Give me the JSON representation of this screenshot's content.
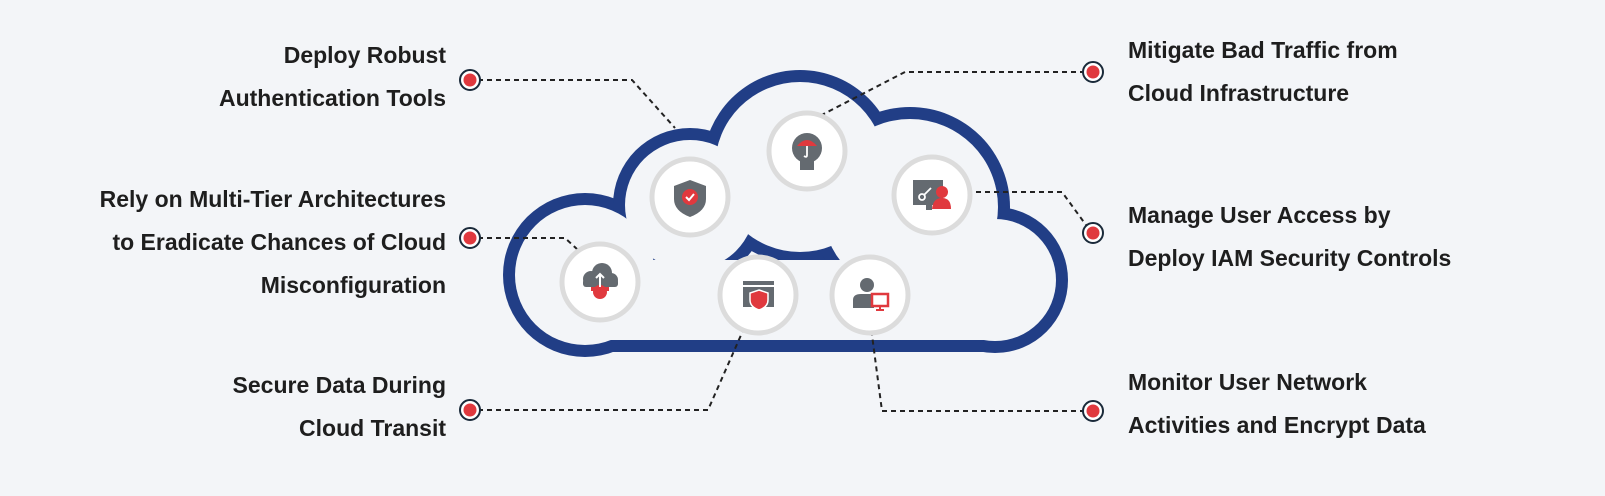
{
  "colors": {
    "cloud_outline": "#213e86",
    "dot": "#e0393e",
    "icon_gray": "#646a70",
    "icon_red": "#e0393e",
    "background": "#f3f5f8"
  },
  "left_items": [
    {
      "lines": [
        "Deploy Robust",
        "Authentication Tools"
      ],
      "icon": "shield-check-icon"
    },
    {
      "lines": [
        "Rely on Multi-Tier Architectures",
        "to Eradicate Chances of Cloud",
        "Misconfiguration"
      ],
      "icon": "cloud-upload-gear-icon"
    },
    {
      "lines": [
        "Secure Data During",
        "Cloud Transit"
      ],
      "icon": "browser-shield-icon"
    }
  ],
  "right_items": [
    {
      "lines": [
        "Mitigate Bad Traffic from",
        "Cloud Infrastructure"
      ],
      "icon": "lightbulb-umbrella-icon"
    },
    {
      "lines": [
        "Manage User Access by",
        "Deploy IAM Security Controls"
      ],
      "icon": "key-user-icon"
    },
    {
      "lines": [
        "Monitor User Network",
        "Activities and Encrypt Data"
      ],
      "icon": "user-monitor-icon"
    }
  ]
}
